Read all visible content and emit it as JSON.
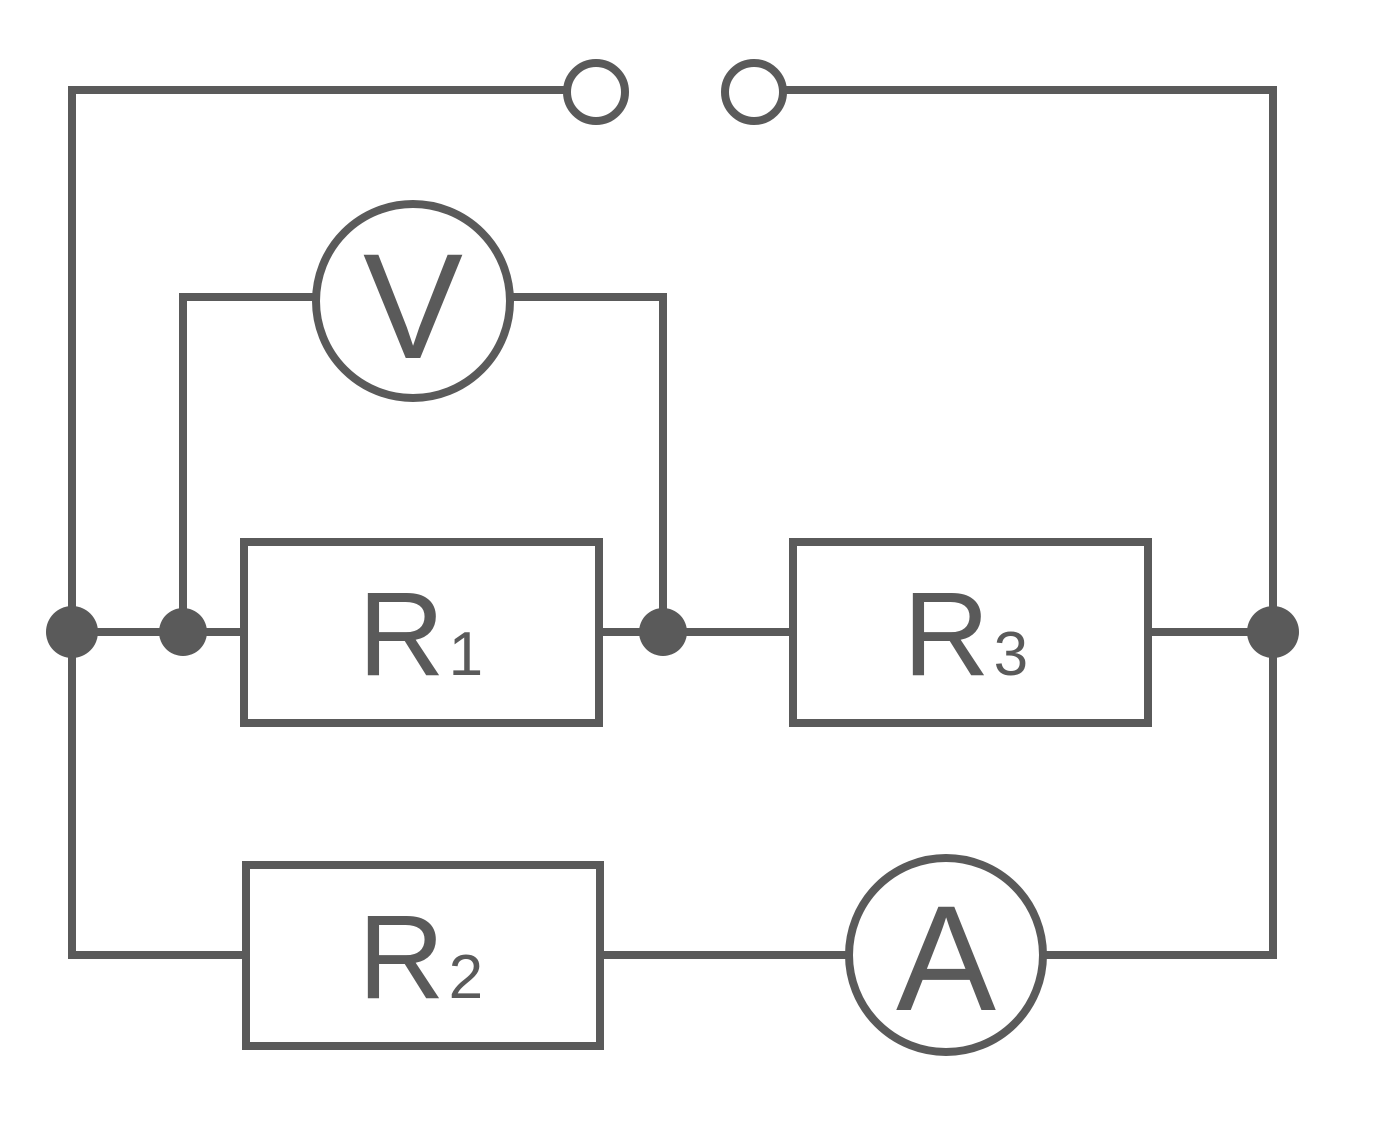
{
  "components": {
    "r1": {
      "symbol": "R",
      "subscript": "1"
    },
    "r2": {
      "symbol": "R",
      "subscript": "2"
    },
    "r3": {
      "symbol": "R",
      "subscript": "3"
    },
    "voltmeter": {
      "label": "V"
    },
    "ammeter": {
      "label": "A"
    }
  },
  "colors": {
    "line": "#5a5a5a",
    "background": "#ffffff"
  }
}
